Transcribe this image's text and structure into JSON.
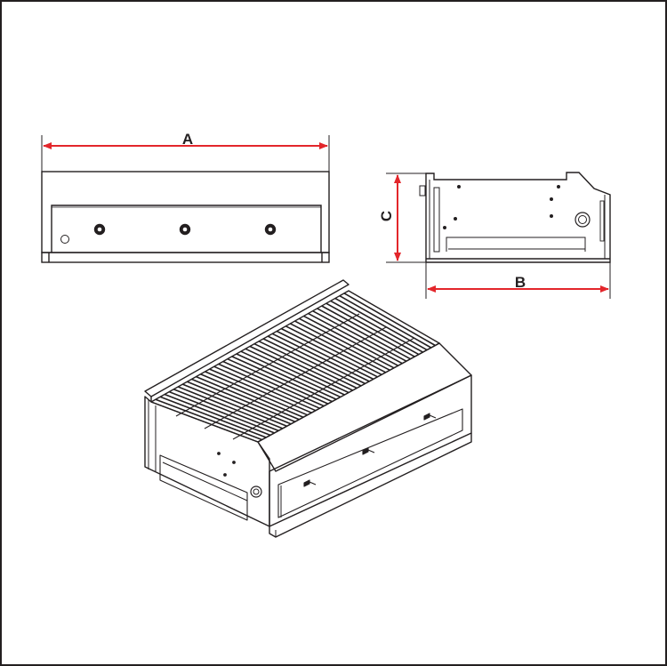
{
  "dimensions": {
    "width_label": "A",
    "depth_label": "B",
    "height_label": "C"
  },
  "colors": {
    "dimension_line": "#e3262b",
    "outline": "#231f20",
    "frame": "#231f20",
    "background": "#ffffff"
  },
  "views": [
    "front-view",
    "side-view",
    "isometric-view"
  ]
}
